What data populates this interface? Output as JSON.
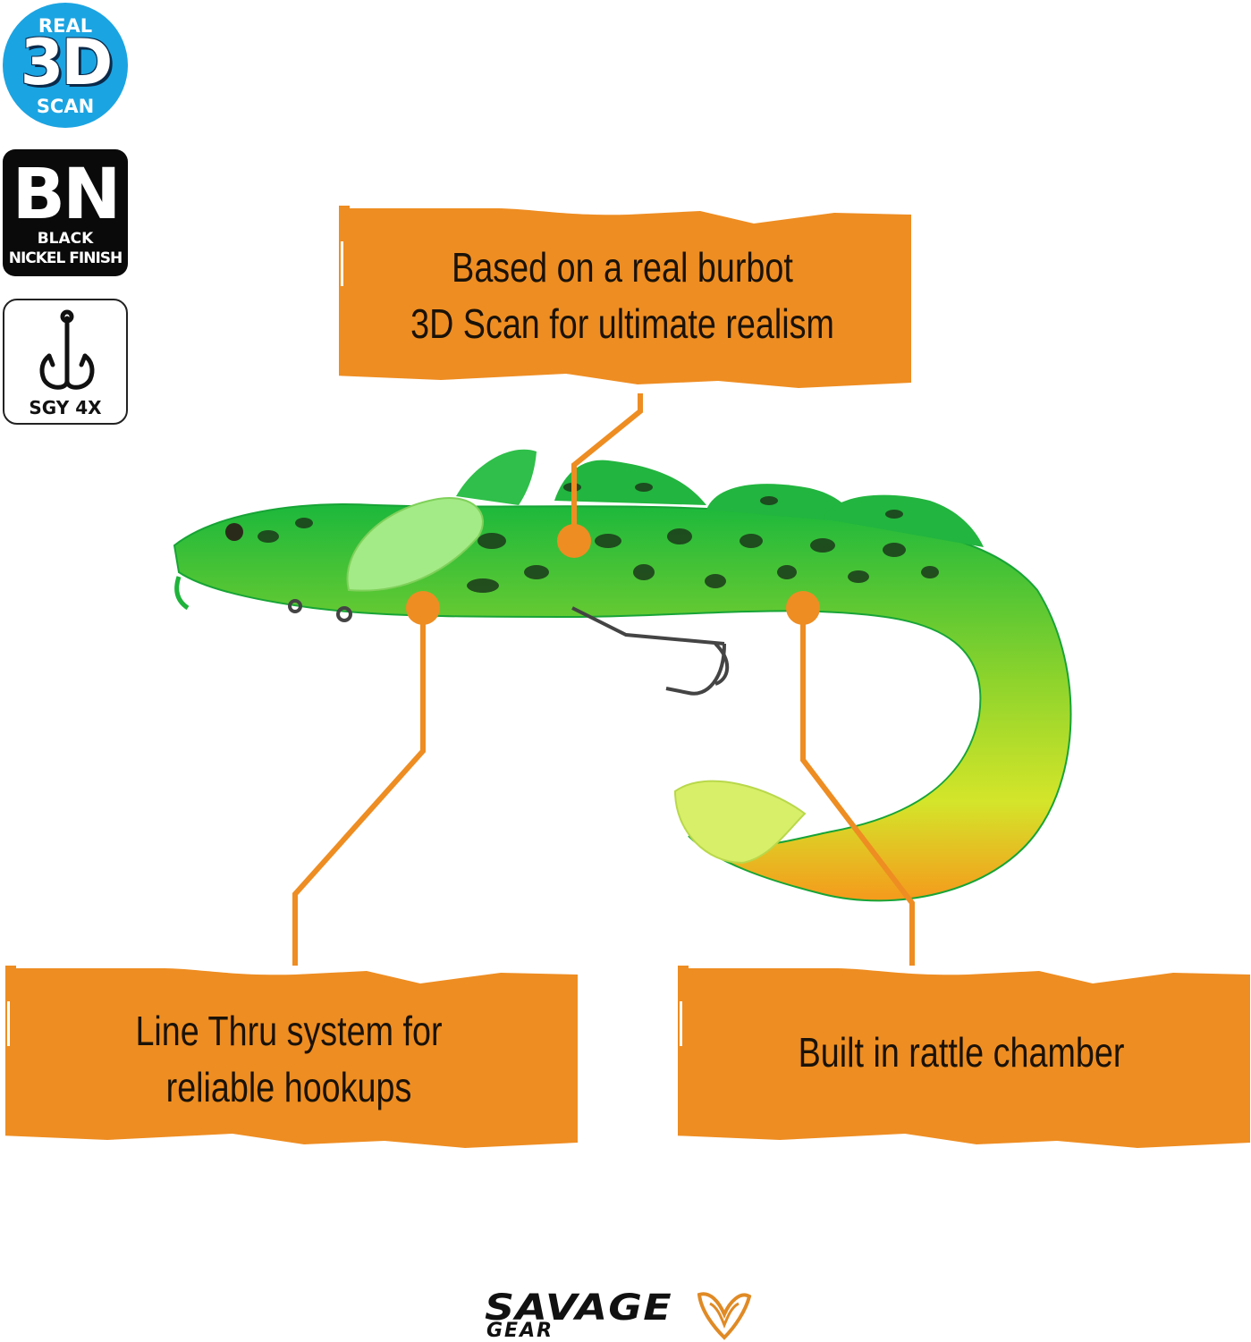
{
  "badges": {
    "scan": {
      "top": "REAL",
      "big": "3D",
      "bottom": "SCAN",
      "color": "#1ba4e2"
    },
    "finish": {
      "big": "BN",
      "line1": "BLACK",
      "line2": "NICKEL FINISH",
      "color": "#0a0a0a"
    },
    "hook": {
      "label": "SGY 4X",
      "icon": "treble-hook-icon"
    }
  },
  "callouts": [
    {
      "lines": [
        "Based on a real burbot",
        "3D Scan for ultimate realism"
      ]
    },
    {
      "lines": [
        "Line Thru system for",
        "reliable hookups"
      ]
    },
    {
      "lines": [
        "Built in rattle chamber"
      ]
    }
  ],
  "colors": {
    "callout_orange": "#ee8d22",
    "lure_green": "#1cb83c",
    "lure_yellow": "#c9e22a",
    "lure_orange": "#f59a1c"
  },
  "product_image": "green-burbot-swimbait-lure",
  "brand": {
    "word1": "SAVAGE",
    "word2": "GEAR"
  }
}
